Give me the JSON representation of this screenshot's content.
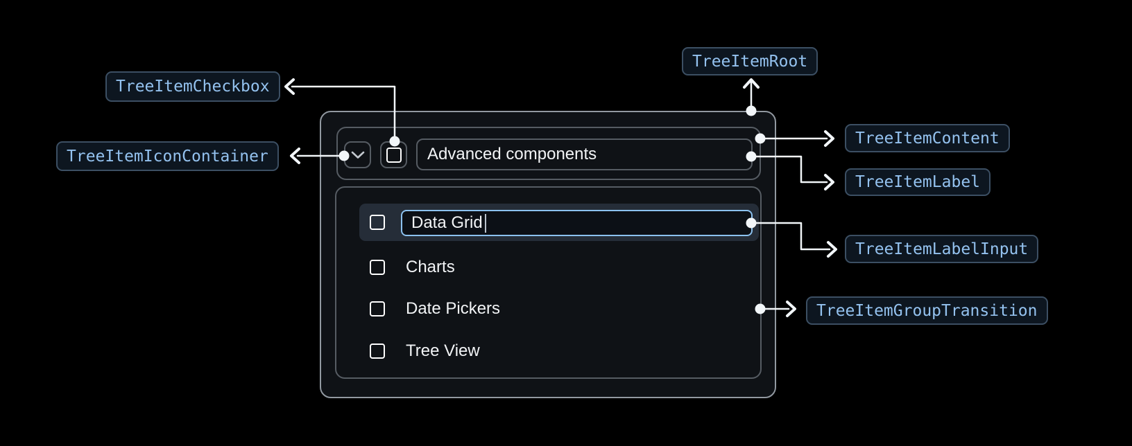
{
  "annotations": {
    "checkbox": "TreeItemCheckbox",
    "icon_container": "TreeItemIconContainer",
    "root": "TreeItemRoot",
    "content": "TreeItemContent",
    "label": "TreeItemLabel",
    "label_input": "TreeItemLabelInput",
    "group_transition": "TreeItemGroupTransition"
  },
  "tree": {
    "parent": {
      "label": "Advanced components",
      "expanded": true,
      "checkbox_checked": false
    },
    "editing_item": {
      "input_value": "Data Grid",
      "checkbox_checked": false
    },
    "items": [
      {
        "label": "Charts",
        "checkbox_checked": false
      },
      {
        "label": "Date Pickers",
        "checkbox_checked": false
      },
      {
        "label": "Tree View",
        "checkbox_checked": false
      }
    ]
  },
  "icons": {
    "expand_icon": "chevron-down"
  },
  "colors": {
    "background": "#000000",
    "root_border": "#9299a1",
    "inner_border": "#565c63",
    "row_highlight": "#252d38",
    "input_focus_border": "#8cc2f0",
    "connector": "#f2f6f9",
    "chip_background": "#0d1620",
    "chip_border": "#3c4f63",
    "chip_text": "#94c2ef",
    "item_text": "#f2f4f6"
  }
}
